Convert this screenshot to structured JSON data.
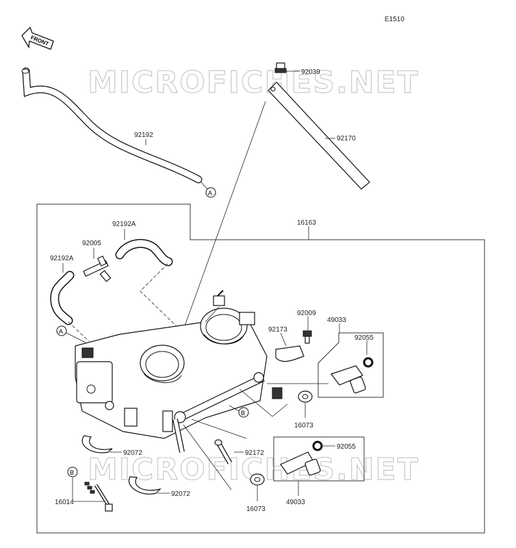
{
  "diagram_code": "E1510",
  "front_label": "FRONT",
  "watermark": "MICROFICHES.NET",
  "connectors": {
    "a": "A",
    "b": "B"
  },
  "parts": {
    "p92039": "92039",
    "p92170": "92170",
    "p92192": "92192",
    "p16163": "16163",
    "p92192a_top": "92192A",
    "p92005": "92005",
    "p92192a_left": "92192A",
    "p92009": "92009",
    "p92173": "92173",
    "p49033_top": "49033",
    "p92055_top": "92055",
    "p16073_top": "16073",
    "p92072_top": "92072",
    "p92172": "92172",
    "p92055_bottom": "92055",
    "p92072_bottom": "92072",
    "p16014": "16014",
    "p16073_bottom": "16073",
    "p49033_bottom": "49033"
  }
}
